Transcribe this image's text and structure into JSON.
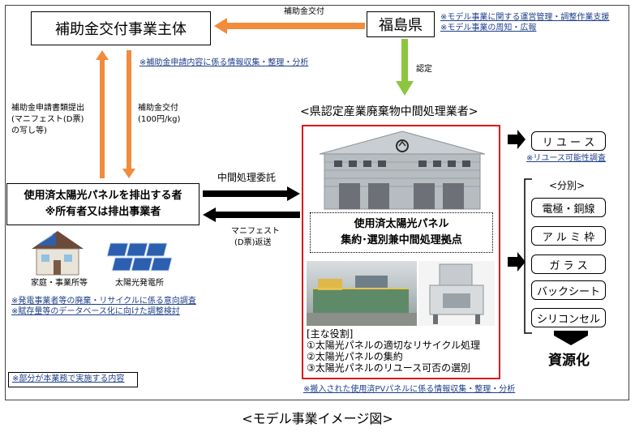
{
  "top_left_box": "補助金交付事業主体",
  "prefecture_box": "福島県",
  "arrow_subsidy_top": "補助金交付",
  "pref_notes": [
    "※モデル事業に関する運営管理・調整作業支援",
    "※モデル事業の周知・広報"
  ],
  "info_note_top": "※補助金申請内容に係る情報収集・整理・分析",
  "certification": "認定",
  "left_application": [
    "補助金申請書類提出",
    "(マニフェスト(D票)",
    "の写し等)"
  ],
  "subsidy_amount": [
    "補助金交付",
    "(100円/kg)"
  ],
  "processor_title": "<県認定産業廃棄物中間処理業者>",
  "emitter_box": [
    "使用済太陽光パネルを排出する者",
    "※所有者又は排出事業者"
  ],
  "arrow_consign": "中間処理委託",
  "arrow_manifest": [
    "マニフェスト",
    "(D票)返送"
  ],
  "hub_box": [
    "使用済太陽光パネル",
    "集約･選別兼中間処理拠点"
  ],
  "house_label": "家庭・事業所等",
  "solar_plant_label": "太陽光発電所",
  "left_notes": [
    "※発電事業者等の廃棄・リサイクルに係る意向調査",
    "※賦存量等のデータベース化に向けた調整検討"
  ],
  "roles": [
    "[主な役割]",
    "①太陽光パネルの適切なリサイクル処理",
    "②太陽光パネルの集約",
    "③太陽光パネルのリユース可否の選別"
  ],
  "bottom_note": "※搬入された使用済PVパネルに係る情報収集・整理・分析",
  "legend_note": "※部分が本業務で実施する内容",
  "reuse_box": "リ ユ ー ス",
  "reuse_note": "※リユース可能性調査",
  "sort_heading": "<分別>",
  "sort_items": [
    "電極・銅線",
    "ア ル ミ 枠",
    "ガ ラ ス",
    "バックシート",
    "シリコンセル"
  ],
  "resource": "資源化",
  "caption": "<モデル事業イメージ図>",
  "colors": {
    "orange": "#f08c3c",
    "green": "#8cc63f",
    "red": "#e0141b",
    "note_blue": "#1f3f8a"
  }
}
